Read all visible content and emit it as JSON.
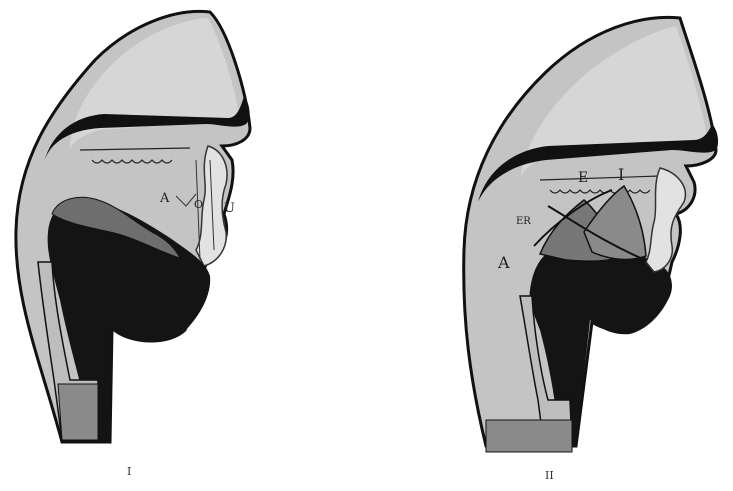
{
  "figures": [
    {
      "number": "I",
      "labels": {
        "a": "A",
        "o": "O",
        "u": "U"
      }
    },
    {
      "number": "II",
      "labels": {
        "e": "E",
        "i": "I",
        "er": "ER",
        "a": "A"
      }
    }
  ],
  "colors": {
    "tissue_gray": "#b9b9b9",
    "tissue_light": "#d2d2d2",
    "ink": "#111111",
    "tongue_dark": "#6e6e6e"
  }
}
